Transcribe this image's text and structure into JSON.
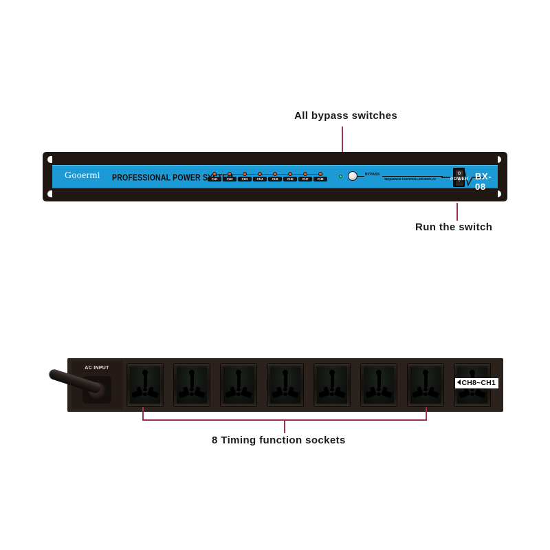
{
  "annotations": {
    "bypass": "All bypass switches",
    "run_switch": "Run the switch",
    "sockets": "8 Timing function sockets"
  },
  "colors": {
    "panel_blue": "#1b9ad6",
    "chassis_black": "#201713",
    "leader_maroon": "#9e3050",
    "led_orange": "#e8582a",
    "led_green": "#49e05a"
  },
  "front_panel": {
    "brand": "Gooermi",
    "system_title": "PROFESSIONAL POWER SYSTEM",
    "model": "BX-08",
    "bypass_label": "BYPASS",
    "sequence_label": "SEQUENCE CONTROLLER DISPLAY",
    "power_label": "POWER",
    "rocker_off": "O",
    "rocker_on": "I",
    "channels": [
      {
        "label": "CH1"
      },
      {
        "label": "CH2"
      },
      {
        "label": "CH3"
      },
      {
        "label": "CH4"
      },
      {
        "label": "CH5"
      },
      {
        "label": "CH6"
      },
      {
        "label": "CH7"
      },
      {
        "label": "CH8"
      }
    ]
  },
  "rear_panel": {
    "ac_input_label": "AC INPUT",
    "channel_range": "CH8~CH1",
    "sockets": [
      {
        "name": "socket-1"
      },
      {
        "name": "socket-2"
      },
      {
        "name": "socket-3"
      },
      {
        "name": "socket-4"
      },
      {
        "name": "socket-5"
      },
      {
        "name": "socket-6"
      },
      {
        "name": "socket-7"
      },
      {
        "name": "socket-8"
      }
    ]
  }
}
